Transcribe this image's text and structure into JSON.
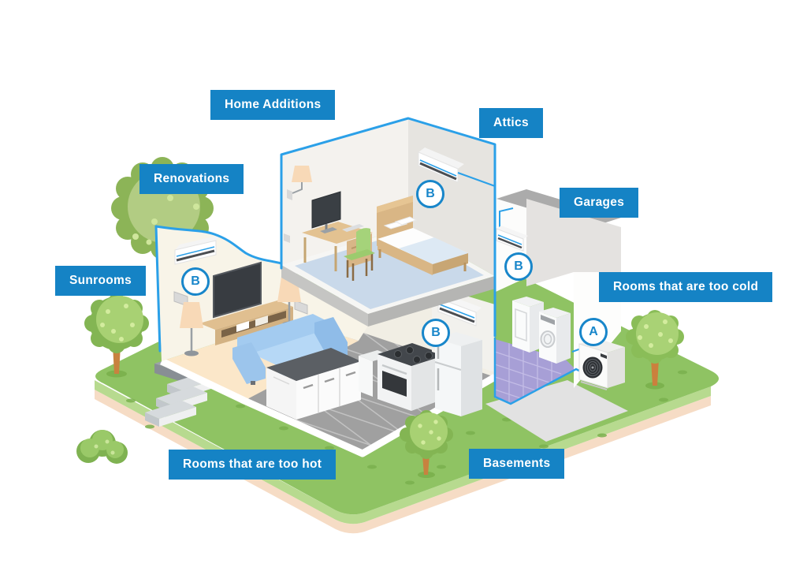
{
  "figure": {
    "type": "isometric cutaway home infographic showing ductless mini-split zones",
    "labels": {
      "home_additions": "Home Additions",
      "attics": "Attics",
      "renovations": "Renovations",
      "garages": "Garages",
      "sunrooms": "Sunrooms",
      "rooms_too_cold": "Rooms that are too cold",
      "rooms_too_hot": "Rooms that are too hot",
      "basements": "Basements"
    },
    "badges": [
      {
        "letter": "B",
        "location": "bedroom-indoor-unit"
      },
      {
        "letter": "B",
        "location": "living-room-indoor-unit"
      },
      {
        "letter": "B",
        "location": "attic-garage-indoor-unit"
      },
      {
        "letter": "B",
        "location": "kitchen-indoor-unit"
      },
      {
        "letter": "A",
        "location": "outdoor-condenser-unit"
      }
    ],
    "colors": {
      "label_bg": "#1583c5",
      "label_text": "#ffffff",
      "badge_accent": "#1886ca",
      "outline_blue": "#2ba0e8",
      "lawn_green": "#8fc363",
      "lawn_side_green": "#b7da8f",
      "lawn_edge_peach": "#f6dcc5",
      "tree_green": "#a9d276",
      "laundry_floor_purple": "#a79fd6",
      "sofa_blue": "#9cc5ec",
      "wood_tan": "#ddbb8d"
    }
  }
}
